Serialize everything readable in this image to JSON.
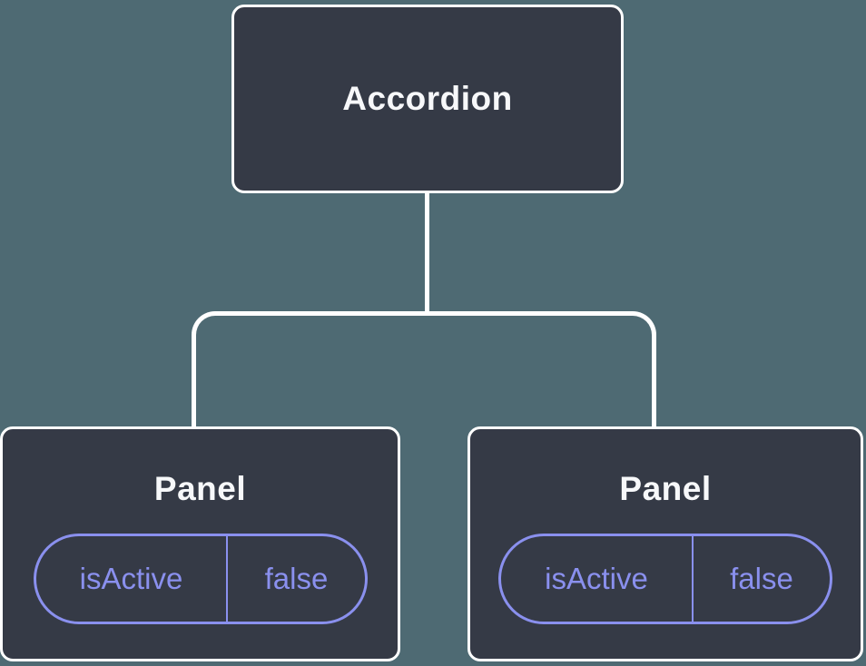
{
  "diagram": {
    "colors": {
      "background": "#4e6a73",
      "node_fill": "#353a46",
      "node_border": "#ffffff",
      "connector": "#ffffff",
      "accent_purple": "#8a90ee"
    },
    "root": {
      "label": "Accordion"
    },
    "children": [
      {
        "label": "Panel",
        "state": {
          "key": "isActive",
          "value": "false"
        }
      },
      {
        "label": "Panel",
        "state": {
          "key": "isActive",
          "value": "false"
        }
      }
    ]
  }
}
